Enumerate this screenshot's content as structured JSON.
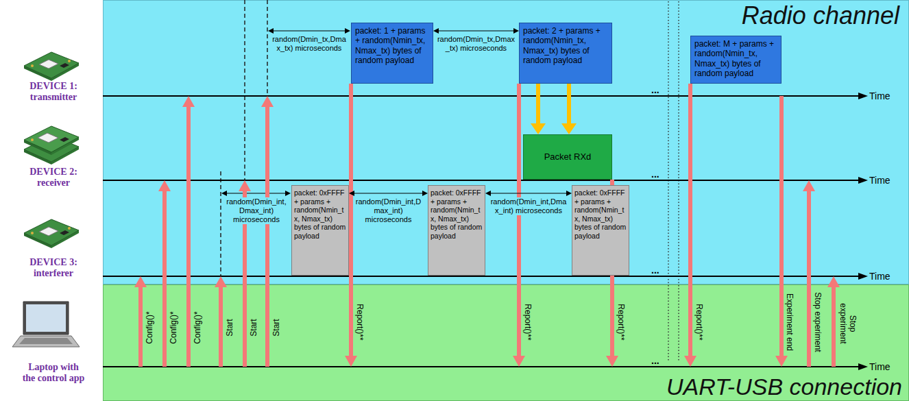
{
  "diagram": {
    "nodes": [
      {
        "text": [
          "Radio channel"
        ]
      },
      {
        "text": [
          "packet: 1 + params + random(Nmin_tx, Nmax_tx) bytes of random payload"
        ],
        "in": 0
      },
      {
        "text": [
          "packet: 2 + params + random(Nmin_tx, Nmax_tx) bytes of random payload"
        ],
        "in": 0
      },
      {
        "text": [
          "packet: M + params + random(Nmin_tx, Nmax_tx) bytes of random payload"
        ],
        "in": 0
      },
      {
        "text": [
          "Packet RXd"
        ],
        "in": 0
      },
      {
        "text": [
          "packet: 0xFFFF + params + random(Nmin_tx, Nmax_tx) bytes of random payload"
        ],
        "in": 0
      },
      {
        "text": [
          "packet: 0xFFFF + params + random(Nmin_tx, Nmax_tx) bytes of random payload"
        ],
        "in": 0
      },
      {
        "text": [
          "packet: 0xFFFF + params + random(Nmin_tx, Nmax_tx) bytes of random payload"
        ],
        "in": 0
      },
      {
        "text": [
          "UART-USB connection"
        ]
      }
    ],
    "edges": [
      {
        "from": 1,
        "to": 2,
        "arrow": "both",
        "label": "random(Dmin_tx,Dmax_tx) microseconds"
      },
      {
        "from": 2,
        "to": 4,
        "arrow": "to"
      },
      {
        "from": 2,
        "to": 4,
        "arrow": "to"
      },
      {
        "from": 5,
        "to": 6,
        "arrow": "both",
        "label": "random(Dmin_int,Dmax_int) microseconds"
      },
      {
        "from": 6,
        "to": 7,
        "arrow": "both",
        "label": "random(Dmin_int,Dmax_int) microseconds"
      }
    ],
    "labels": [
      "DEVICE 1:",
      "transmitter",
      "DEVICE 2:",
      "receiver",
      "DEVICE 3:",
      "interferer",
      "Laptop with",
      "the control app",
      "random(Dmin_tx,Dmax_tx) microseconds",
      "random(Dmin_int,Dmax_int) microseconds",
      "Time",
      "Time",
      "Time",
      "Time",
      "...",
      "...",
      "...",
      "...",
      "Config()*",
      "Config()*",
      "Config()*",
      "Start",
      "Start",
      "Start",
      "Report()**",
      "Report()**",
      "Report()**",
      "Report()**",
      "Experiment end",
      "Stop experiment",
      "Stop experiment"
    ]
  }
}
